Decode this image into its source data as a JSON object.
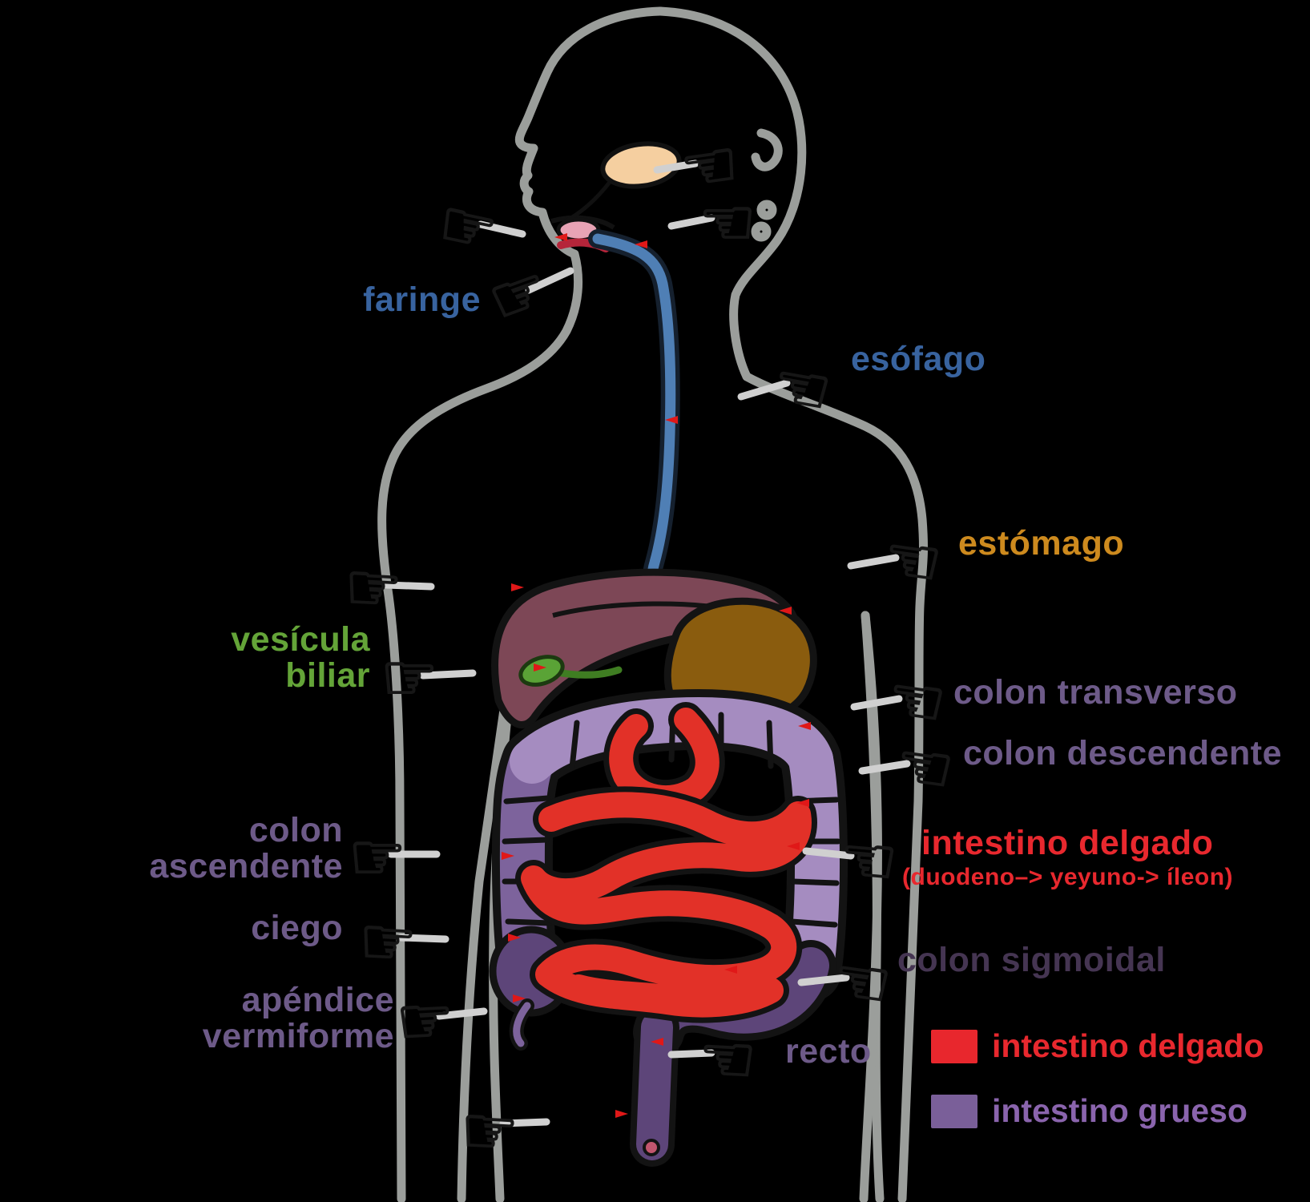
{
  "labels": {
    "faringe": {
      "text": "faringe",
      "color": "#38639f"
    },
    "esofago": {
      "text": "esófago",
      "color": "#38639f"
    },
    "estomago": {
      "text": "estómago",
      "color": "#cd8a1e"
    },
    "vesicula_biliar": {
      "line1": "vesícula",
      "line2": "biliar",
      "color": "#64a438"
    },
    "colon_transverso": {
      "text": "colon transverso",
      "color": "#6d5a88"
    },
    "colon_descendente": {
      "text": "colon descendente",
      "color": "#6d5a88"
    },
    "colon_ascendente": {
      "line1": "colon",
      "line2": "ascendente",
      "color": "#6d5a88"
    },
    "ciego": {
      "text": "ciego",
      "color": "#6d5a88"
    },
    "apendice_vermiforme": {
      "line1": "apéndice",
      "line2": "vermiforme",
      "color": "#6d5a88"
    },
    "intestino_delgado": {
      "text": "intestino delgado",
      "sub": "(duodeno–> yeyuno-> íleon)",
      "color": "#e8282e"
    },
    "colon_sigmoidal": {
      "text": "colon sigmoidal",
      "color": "#453552"
    },
    "recto": {
      "text": "recto",
      "color": "#6d5a88"
    }
  },
  "legend": {
    "items": [
      {
        "label": "intestino delgado",
        "swatch": "#e8272d",
        "text_color": "#e8282e"
      },
      {
        "label": "intestino grueso",
        "swatch": "#7a5f99",
        "text_color": "#8a64ad"
      }
    ]
  },
  "icons": {
    "pointer_right": "☞",
    "pointer_left": "☜"
  },
  "organ_colors": {
    "small_intestine": "#e23128",
    "large_intestine": "#7d639c",
    "transverse_colon": "#a58cc0",
    "sigmoid_rectum": "#5d4579",
    "liver": "#7d4756",
    "stomach": "#8a5c0e",
    "gallbladder": "#5aa336",
    "pancreas": "#e6bd7c",
    "esophagus": "#4f7fb5",
    "salivary_gland": "#f5cfa0",
    "body_outline": "#9b9e9b",
    "marker_red": "#e01818"
  }
}
